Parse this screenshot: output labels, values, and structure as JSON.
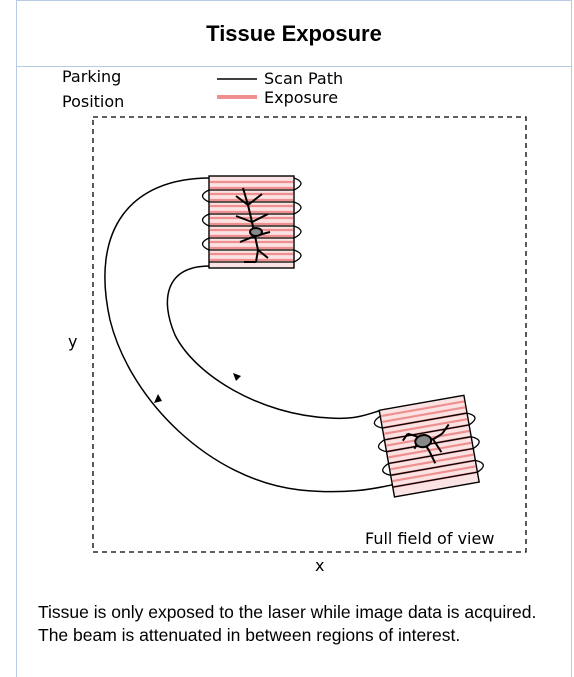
{
  "title": "Tissue Exposure",
  "labels": {
    "parking_line1": "Parking",
    "parking_line2": "Position",
    "y_axis": "y",
    "x_axis": "x",
    "full_field": "Full field of view"
  },
  "legend": {
    "scan_path": "Scan Path",
    "exposure": "Exposure"
  },
  "colors": {
    "exposure": "#f08f8f",
    "roi_fill": "#fbe3e3",
    "path": "#000000",
    "border": "#b8cbe4"
  },
  "caption": {
    "line1": "Tissue is only exposed to the laser while image data is acquired.",
    "line2": "The beam is attenuated in between regions of interest."
  }
}
